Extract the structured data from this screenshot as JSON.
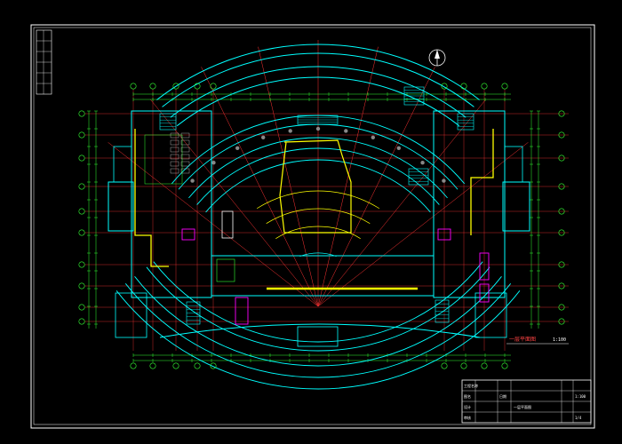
{
  "drawing": {
    "plan_title": "一层平面图",
    "plan_scale": "1:100",
    "north_label": "",
    "colors": {
      "background": "#000000",
      "frame": "#ffffff",
      "axis": "#ff3333",
      "wall": "#00ffff",
      "dimension": "#33ff33",
      "furniture": "#ffff00",
      "stair": "#00ffff",
      "fixture": "#ff00ff"
    }
  },
  "title_block": {
    "rows": [
      "工程名称",
      "图名",
      "设计",
      "审核",
      "日期"
    ],
    "drawing_name": "一层平面图",
    "sheet_no": "1/4",
    "scale": "1:100"
  },
  "left_strip": {
    "cells": [
      "",
      "",
      "",
      "",
      "",
      ""
    ]
  }
}
